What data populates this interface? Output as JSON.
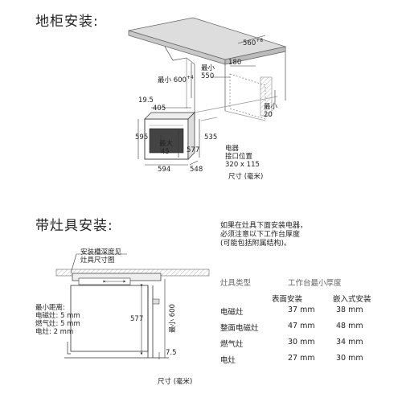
{
  "section1": {
    "title": "地柜安装:",
    "dims": {
      "d560": "560",
      "d560_sup": "+8",
      "min550_a": "最小",
      "min550_b": "550",
      "d180": "180",
      "min600_a": "最小 600",
      "min600_sup": "+4",
      "min20_a": "最小",
      "min20_b": "20",
      "d19_5": "19.5",
      "d405": "405",
      "d595": "595",
      "max45_a": "最大",
      "max45_b": "45",
      "d577": "577",
      "d535": "535",
      "d594": "594",
      "d548": "548"
    },
    "electrical": [
      "电器",
      "接口位置",
      "320 x 115"
    ],
    "unit": "尺寸 (毫米)"
  },
  "section2": {
    "title": "带灶具安装:",
    "note": [
      "如果在灶具下面安装电器，",
      "必须注意以下工作台厚度",
      "(可能包括附属结构)。"
    ],
    "groove_label": [
      "安装槽深度见",
      "灶具尺寸图"
    ],
    "min_distance": [
      "最小距离:",
      "电磁灶: 5 mm",
      "燃气灶: 5 mm",
      "电灶: 2 mm"
    ],
    "d577": "577",
    "min600": "最小 600",
    "d7_5": "7.5",
    "unit": "尺寸 (毫米)",
    "table": {
      "col_type": "灶具类型",
      "col_thickness": "工作台最小厚度",
      "sub_surface": "表面安装",
      "sub_inset": "嵌入式安装",
      "rows": [
        {
          "type": "电磁灶",
          "surface": "37 mm",
          "inset": "38 mm"
        },
        {
          "type": "整面电磁灶",
          "surface": "47 mm",
          "inset": "48 mm"
        },
        {
          "type": "燃气灶",
          "surface": "30 mm",
          "inset": "34 mm"
        },
        {
          "type": "电灶",
          "surface": "27 mm",
          "inset": "30 mm"
        }
      ]
    }
  }
}
